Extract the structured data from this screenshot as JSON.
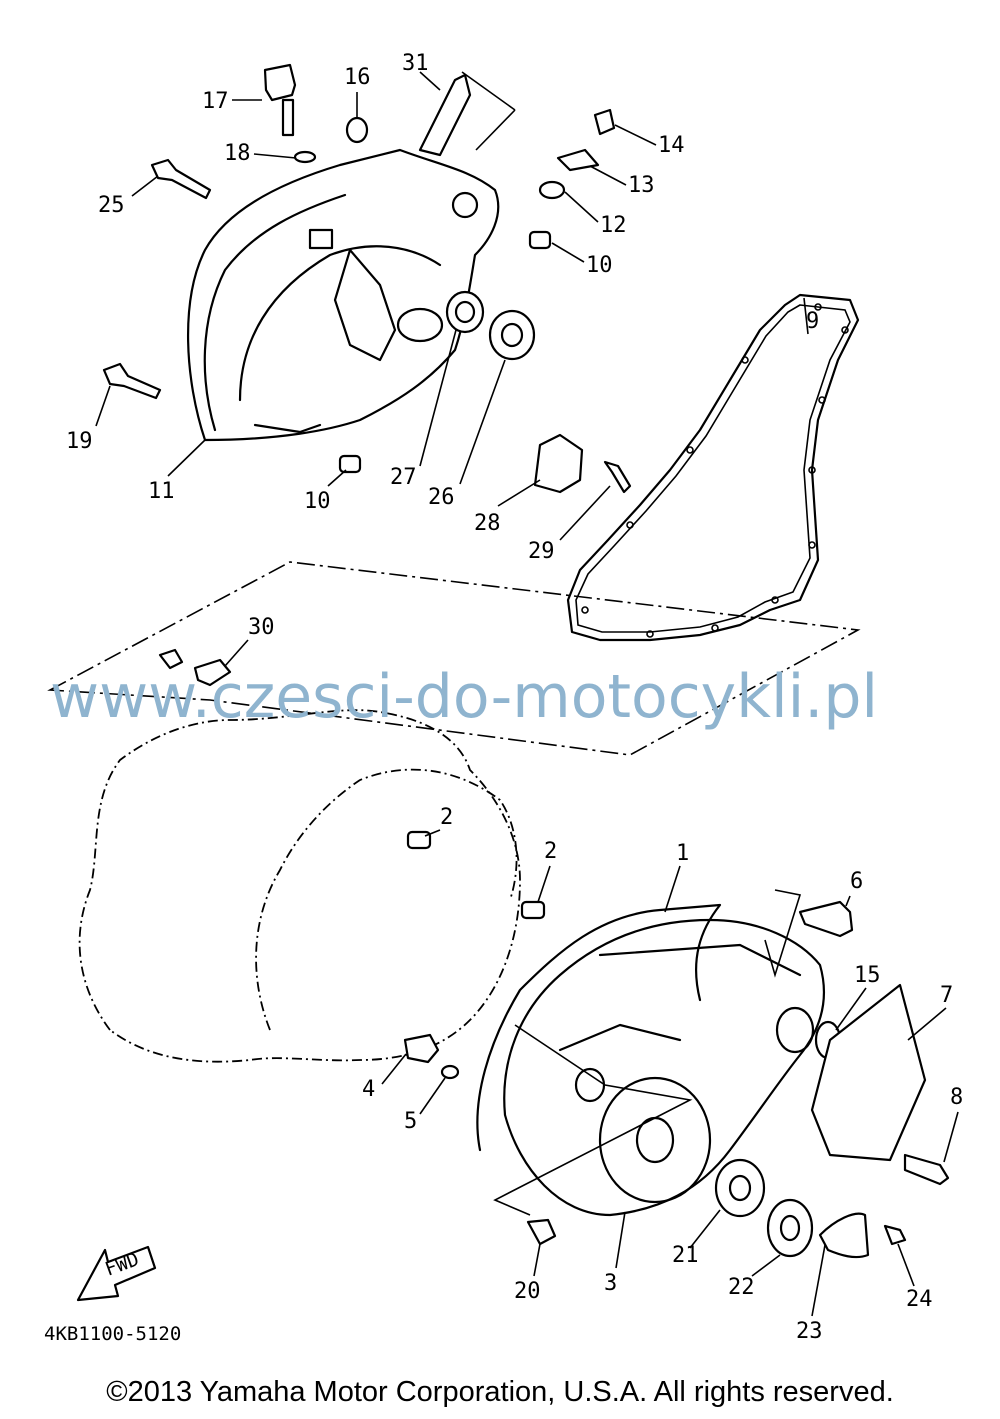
{
  "diagram": {
    "callouts": [
      "1",
      "2",
      "2",
      "3",
      "4",
      "5",
      "6",
      "7",
      "8",
      "9",
      "10",
      "10",
      "11",
      "12",
      "13",
      "14",
      "15",
      "16",
      "17",
      "18",
      "19",
      "20",
      "21",
      "22",
      "23",
      "24",
      "25",
      "26",
      "27",
      "28",
      "29",
      "30",
      "31"
    ],
    "fwd_label": "FWD",
    "part_code": "4KB1100-5120"
  },
  "watermark": "www.czesci-do-motocykli.pl",
  "copyright": "©2013 Yamaha Motor Corporation, U.S.A. All rights reserved."
}
